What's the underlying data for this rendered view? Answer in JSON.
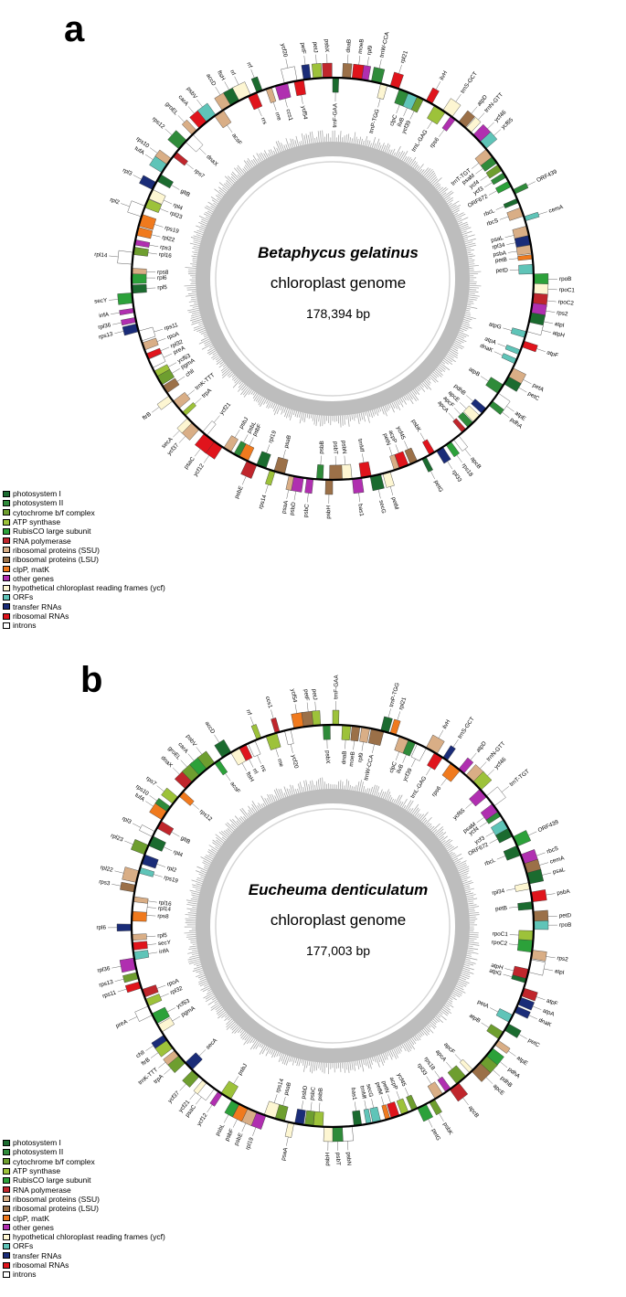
{
  "panels": [
    {
      "letter": "a",
      "species": "Betaphycus gelatinus",
      "subtitle": "chloroplast genome",
      "size": "178,394 bp"
    },
    {
      "letter": "b",
      "species": "Eucheuma denticulatum",
      "subtitle": "chloroplast genome",
      "size": "177,003 bp"
    }
  ],
  "legend": [
    {
      "label": "photosystem I",
      "color": "#1b6b2f"
    },
    {
      "label": "photosystem II",
      "color": "#2f8b3a"
    },
    {
      "label": "cytochrome b/f complex",
      "color": "#6e9e2f"
    },
    {
      "label": "ATP synthase",
      "color": "#9dc23a"
    },
    {
      "label": "RubisCO large subunit",
      "color": "#2ca13a"
    },
    {
      "label": "RNA polymerase",
      "color": "#c0262c"
    },
    {
      "label": "ribosomal proteins (SSU)",
      "color": "#d9ae86"
    },
    {
      "label": "ribosomal proteins (LSU)",
      "color": "#9b7048"
    },
    {
      "label": "clpP, matK",
      "color": "#f07a1e"
    },
    {
      "label": "other genes",
      "color": "#b02fb0"
    },
    {
      "label": "hypothetical chloroplast reading frames (ycf)",
      "color": "#fdf6d2"
    },
    {
      "label": "ORFs",
      "color": "#5fc4b8"
    },
    {
      "label": "transfer RNAs",
      "color": "#1a2c78"
    },
    {
      "label": "ribosomal RNAs",
      "color": "#e0141c"
    },
    {
      "label": "introns",
      "color": "#ffffff"
    }
  ],
  "genes": [
    "trnF-GAA",
    "dnaB",
    "moeB",
    "rpl9",
    "trnW-CCA",
    "trnP-TGG",
    "rpl21",
    "clpC",
    "ilvB",
    "ycf39",
    "ilvH",
    "trnL-GAG",
    "trnS-GCT",
    "rps6",
    "atpD",
    "trnN-GTT",
    "ycf46",
    "ycf65",
    "trnT-TGT",
    "psaM",
    "ycf4",
    "ycf3",
    "ORF672",
    "ORF439",
    "rbcL",
    "rbcS",
    "cemA",
    "psaL",
    "rpl34",
    "psbA",
    "petB",
    "petD",
    "rpoB",
    "rpoC1",
    "rpoC2",
    "rps2",
    "atpI",
    "atpH",
    "atpG",
    "atpF",
    "atpA",
    "dnaK",
    "petA",
    "petC",
    "atpB",
    "atpE",
    "pdhA",
    "pdhB",
    "apcE",
    "apcF",
    "apcA",
    "apcB",
    "rps18",
    "rpl33",
    "psbK",
    "petG",
    "ycf45",
    "acpP",
    "petN",
    "petM",
    "secG",
    "trnMf",
    "bas1",
    "psbN",
    "psbT",
    "psbH",
    "psbB",
    "psbC",
    "psbD",
    "psaA",
    "psaB",
    "rps14",
    "rpl19",
    "psbE",
    "psbF",
    "psbL",
    "psbJ",
    "ycf12",
    "psaC",
    "ycf21",
    "ycf37",
    "secA",
    "trpA",
    "trnK-TTT",
    "ftrB",
    "chlI",
    "pgmA",
    "ycf63",
    "preA",
    "rpl32",
    "rpoA",
    "rps11",
    "rps13",
    "rpl36",
    "infA",
    "secY",
    "rpl5",
    "rpl6",
    "rps8",
    "rpl14",
    "rpl16",
    "rps3",
    "rpl22",
    "rps19",
    "rpl2",
    "rpl23",
    "rpl4",
    "rpl3",
    "gltB",
    "tufA",
    "rps10",
    "rps7",
    "rps12",
    "dnaX",
    "groEL",
    "carA",
    "psbV",
    "acsF",
    "accD",
    "ftsH",
    "rrl",
    "rrs",
    "rrf",
    "rne",
    "ccs1",
    "ycf20",
    "ycf54",
    "petF",
    "petJ",
    "psbX"
  ]
}
